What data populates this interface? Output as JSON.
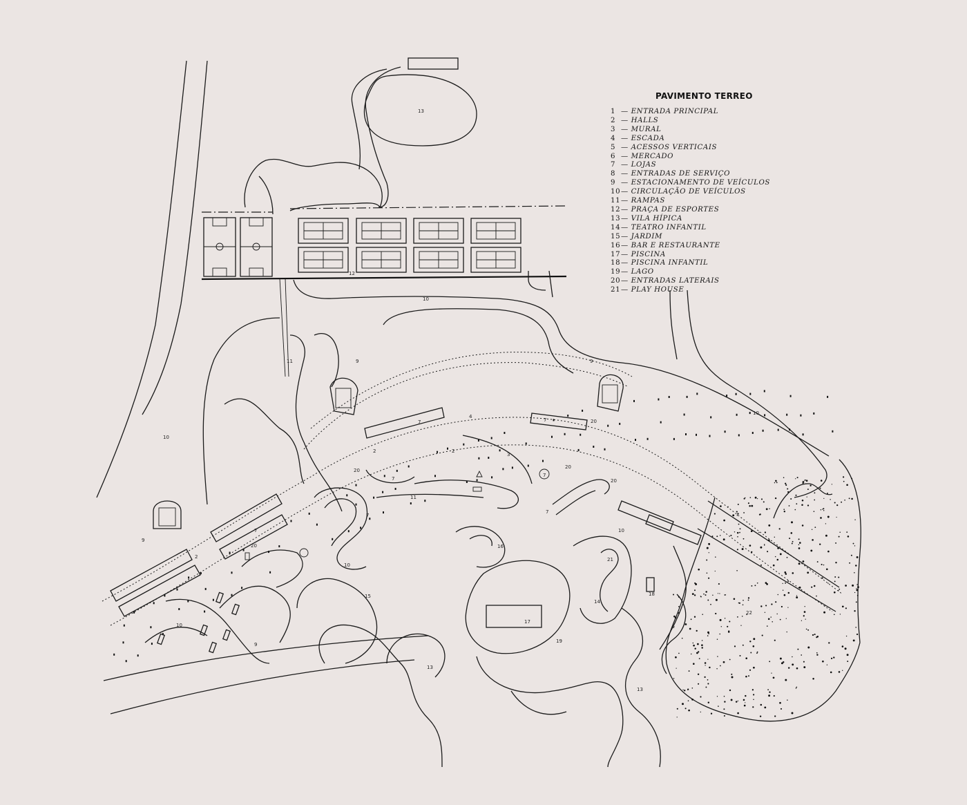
{
  "legend": {
    "title": "PAVIMENTO TERREO",
    "items": [
      {
        "num": "1",
        "label": "ENTRADA PRINCIPAL"
      },
      {
        "num": "2",
        "label": "HALLS"
      },
      {
        "num": "3",
        "label": "MURAL"
      },
      {
        "num": "4",
        "label": "ESCADA"
      },
      {
        "num": "5",
        "label": "ACESSOS VERTICAIS"
      },
      {
        "num": "6",
        "label": "MERCADO"
      },
      {
        "num": "7",
        "label": "LOJAS"
      },
      {
        "num": "8",
        "label": "ENTRADAS DE SERVIÇO"
      },
      {
        "num": "9",
        "label": "ESTACIONAMENTO DE VEÍCULOS"
      },
      {
        "num": "10",
        "label": "CIRCULAÇÃO DE VEÍCULOS"
      },
      {
        "num": "11",
        "label": "RAMPAS"
      },
      {
        "num": "12",
        "label": "PRAÇA DE ESPORTES"
      },
      {
        "num": "13",
        "label": "VILA HÍPICA"
      },
      {
        "num": "14",
        "label": "TEATRO INFANTIL"
      },
      {
        "num": "15",
        "label": "JARDIM"
      },
      {
        "num": "16",
        "label": "BAR E RESTAURANTE"
      },
      {
        "num": "17",
        "label": "PISCINA"
      },
      {
        "num": "18",
        "label": "PISCINA INFANTIL"
      },
      {
        "num": "19",
        "label": "LAGO"
      },
      {
        "num": "20",
        "label": "ENTRADAS LATERAIS"
      },
      {
        "num": "21",
        "label": "PLAY HOUSE"
      }
    ],
    "separator": "—"
  },
  "plan_labels": {
    "vila_hipica_top": "13",
    "praca_esportes": "12",
    "circulacao_top": "10",
    "circulacao_left": "10",
    "circulacao_right": "10",
    "circulacao_mid": "10",
    "circulacao_lower": "10",
    "circulacao_bottom_left": "10",
    "rampa_left": "11",
    "rampa_mid": "11",
    "estac_top_left": "9",
    "estac_top_right": "9",
    "estac_left": "9",
    "estac_bottom": "9",
    "halls_a": "2",
    "halls_b": "2",
    "halls_c": "2",
    "mural": "3",
    "escada": "4",
    "jardim": "15",
    "bar": "16",
    "piscina": "17",
    "piscina_infantil": "18",
    "lago": "19",
    "teatro": "14",
    "playhouse": "21",
    "vila_bottom_a": "13",
    "vila_bottom_b": "13",
    "lojas_a": "7",
    "lojas_b": "7",
    "lojas_c": "7",
    "lojas_d": "7",
    "lojas_e": "7",
    "lojas_f": "7",
    "lojas_g": "7",
    "lateral_a": "20",
    "lateral_b": "20",
    "lateral_c": "20",
    "lateral_d": "20",
    "lateral_e": "20",
    "wooded": "22"
  },
  "colors": {
    "paper": "#ebe5e3",
    "ink": "#1a1a1a"
  }
}
